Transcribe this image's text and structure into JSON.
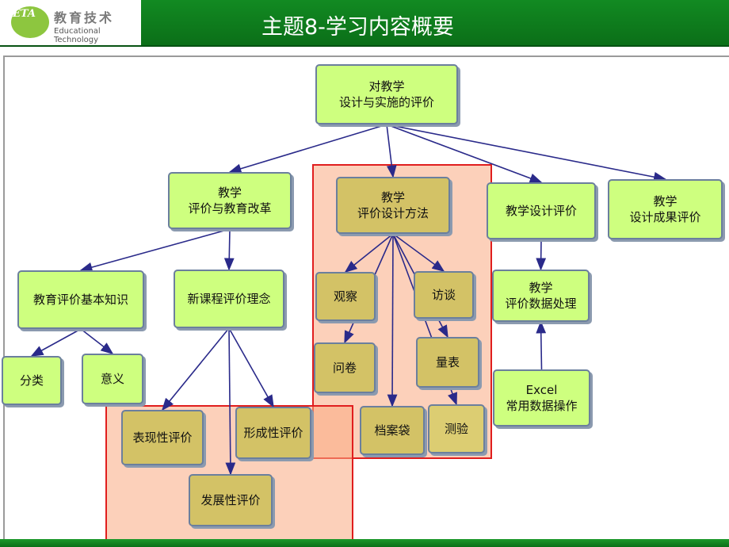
{
  "header": {
    "logo_mark": "ETA",
    "logo_cn": "教育技术",
    "logo_en": "Educational Technology",
    "title": "主题8-学习内容概要"
  },
  "colors": {
    "header_green": "#0b6f18",
    "node_green": "#ceff7f",
    "node_tan": "#d3c266",
    "highlight_fill": "#faaa82",
    "highlight_border": "#e01e1e",
    "connector": "#2a2a8a"
  },
  "diagram": {
    "nodes": {
      "root": "对教学\n设计与实施的评价",
      "reform": "教学\n评价与教育改革",
      "method": "教学\n评价设计方法",
      "design_eval": "教学设计评价",
      "outcome_eval": "教学\n设计成果评价",
      "basics": "教育评价基本知识",
      "concept": "新课程评价理念",
      "classify": "分类",
      "meaning": "意义",
      "performance": "表现性评价",
      "formative": "形成性评价",
      "developmental": "发展性评价",
      "observe": "观察",
      "interview": "访谈",
      "questionnaire": "问卷",
      "scale": "量表",
      "portfolio": "档案袋",
      "test": "测验",
      "data_processing": "教学\n评价数据处理",
      "excel": "Excel\n常用数据操作"
    },
    "edges": [
      [
        "root",
        "reform"
      ],
      [
        "root",
        "method"
      ],
      [
        "root",
        "design_eval"
      ],
      [
        "root",
        "outcome_eval"
      ],
      [
        "reform",
        "basics"
      ],
      [
        "reform",
        "concept"
      ],
      [
        "basics",
        "classify"
      ],
      [
        "basics",
        "meaning"
      ],
      [
        "concept",
        "performance"
      ],
      [
        "concept",
        "formative"
      ],
      [
        "concept",
        "developmental"
      ],
      [
        "method",
        "observe"
      ],
      [
        "method",
        "interview"
      ],
      [
        "method",
        "questionnaire"
      ],
      [
        "method",
        "scale"
      ],
      [
        "method",
        "portfolio"
      ],
      [
        "method",
        "test"
      ],
      [
        "design_eval",
        "data_processing"
      ],
      [
        "excel",
        "data_processing"
      ]
    ]
  }
}
